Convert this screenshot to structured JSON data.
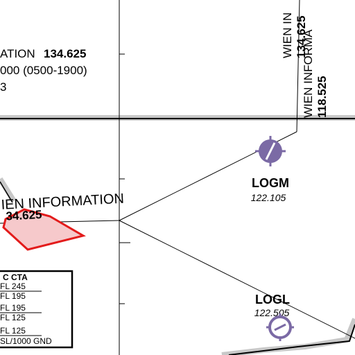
{
  "top_left_block": {
    "line1_name": "ATION",
    "line1_freq": "134.625",
    "line2": "000 (0500-1900)",
    "line3": "3"
  },
  "vertical_labels": {
    "label1_name": "WIEN IN",
    "label1_freq": "134.625",
    "label2_name": "WIEN INFORMA",
    "label2_freq": "118.525"
  },
  "sector_label": {
    "name": "IEN INFORMATION",
    "freq": "34.625"
  },
  "reporting_points": [
    {
      "id": "LOGM",
      "freq": "122.105"
    },
    {
      "id": "LOGL",
      "freq": "122.505"
    }
  ],
  "cta_box": {
    "title": "C CTA",
    "rows": [
      {
        "upper": "FL 245",
        "lower": "FL 195"
      },
      {
        "upper": "FL 195",
        "lower": "FL 125"
      },
      {
        "upper": "FL 125",
        "lower": "SL/1000 GND"
      }
    ]
  },
  "colors": {
    "route_gray": "#c8c8c8",
    "restricted_area_stroke": "#e31b1b",
    "restricted_area_fill": "#f6c9cb",
    "vor_purple": "#7b6aa5"
  }
}
